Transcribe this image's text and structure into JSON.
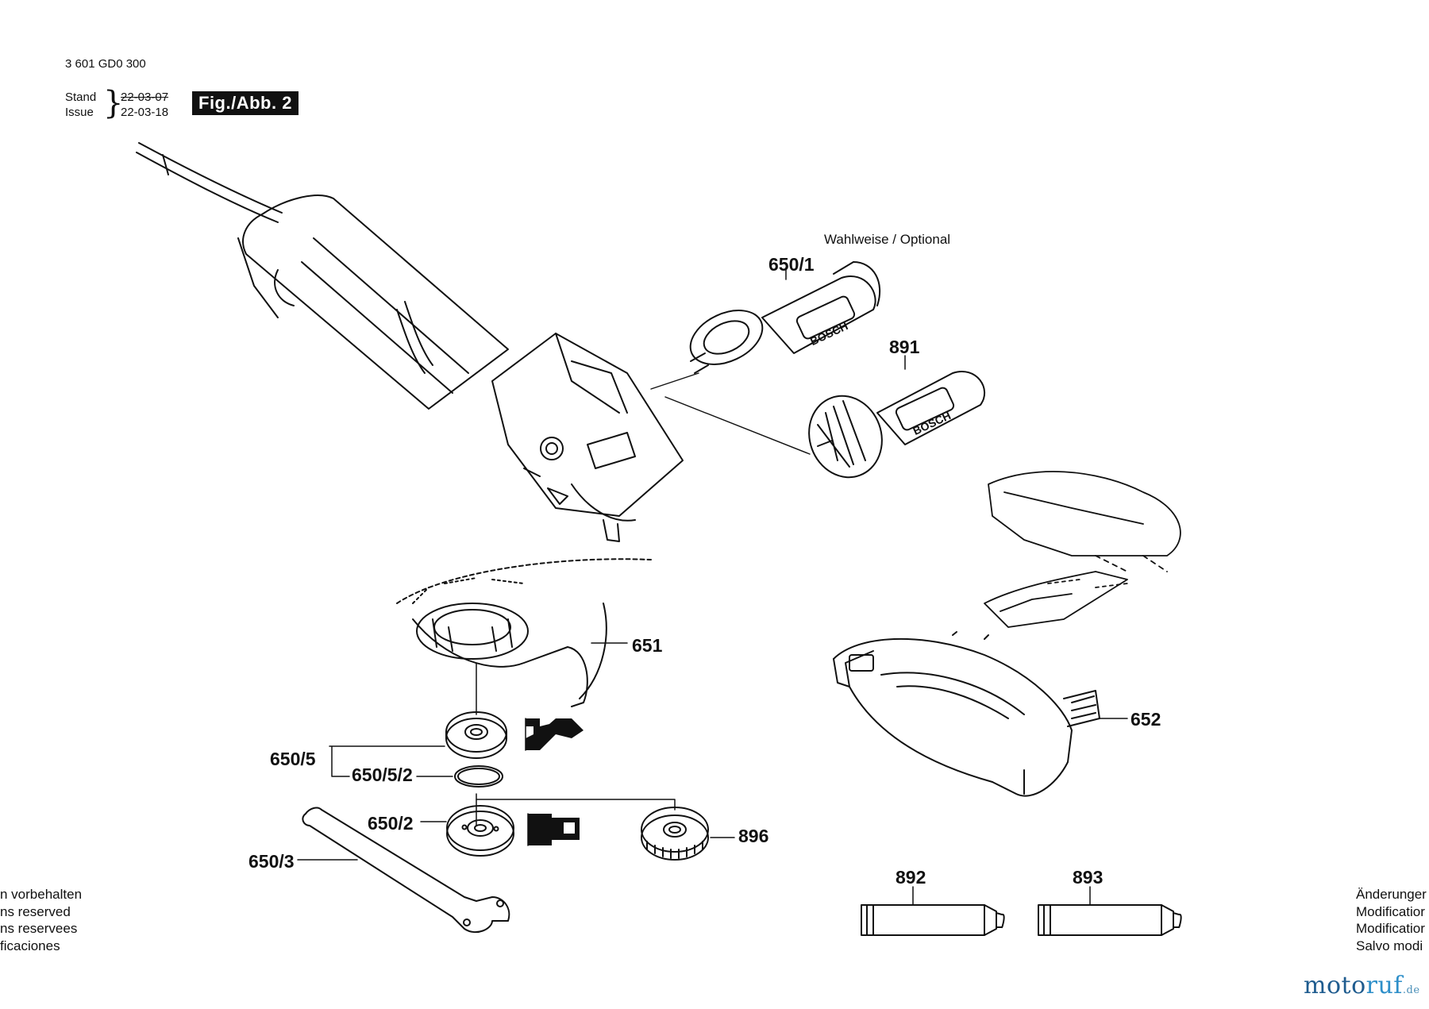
{
  "header": {
    "part_number": "3 601 GD0 300",
    "stand_label": "Stand",
    "issue_label": "Issue",
    "date_old": "22-03-07",
    "date_new": "22-03-18",
    "figure_badge": "Fig./Abb. 2"
  },
  "optional_label": "Wahlweise / Optional",
  "parts": {
    "p650_1": "650/1",
    "p891": "891",
    "p651": "651",
    "p652": "652",
    "p650_5": "650/5",
    "p650_5_2": "650/5/2",
    "p650_2": "650/2",
    "p650_3": "650/3",
    "p896": "896",
    "p892": "892",
    "p893": "893"
  },
  "handle_brand": "BOSCH",
  "notes_left": [
    "n vorbehalten",
    "ns reserved",
    "ns reservees",
    "ficaciones"
  ],
  "notes_right": [
    "Änderunger",
    "Modificatior",
    "Modificatior",
    "Salvo modi"
  ],
  "watermark": {
    "m": "moto",
    "r": "ruf",
    "de": ".de"
  },
  "colors": {
    "ink": "#111111",
    "logo_dark": "#1f5c8f",
    "logo_light": "#2e8fc9"
  }
}
